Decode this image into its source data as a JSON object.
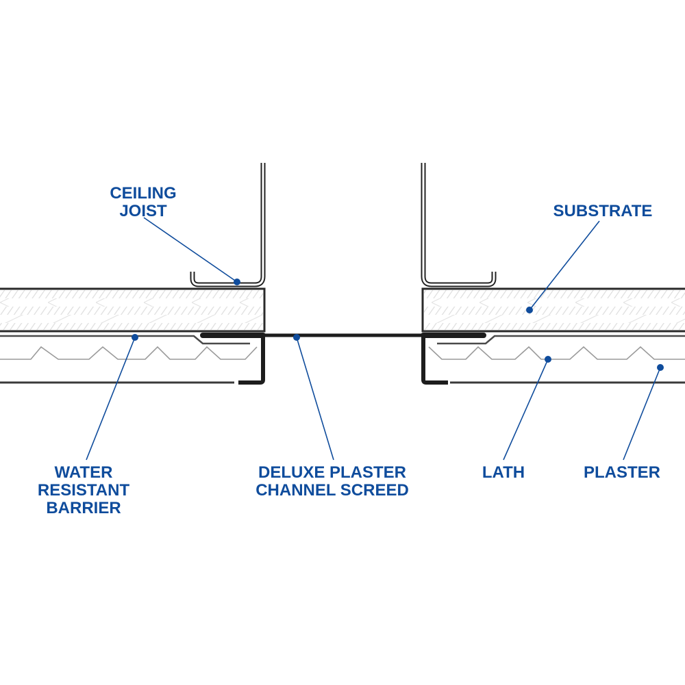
{
  "diagram": {
    "title": "Deluxe Plaster Channel Screed ceiling detail",
    "colors": {
      "label": "#0f4c9c",
      "line": "#222222",
      "hatch": "#d8d8d8"
    },
    "labels": {
      "ceiling_joist": [
        "CEILING",
        "JOIST"
      ],
      "substrate": [
        "SUBSTRATE"
      ],
      "water_resistant_barrier": [
        "WATER",
        "RESISTANT",
        "BARRIER"
      ],
      "screed": [
        "DELUXE PLASTER",
        "CHANNEL SCREED"
      ],
      "lath": [
        "LATH"
      ],
      "plaster": [
        "PLASTER"
      ]
    }
  }
}
